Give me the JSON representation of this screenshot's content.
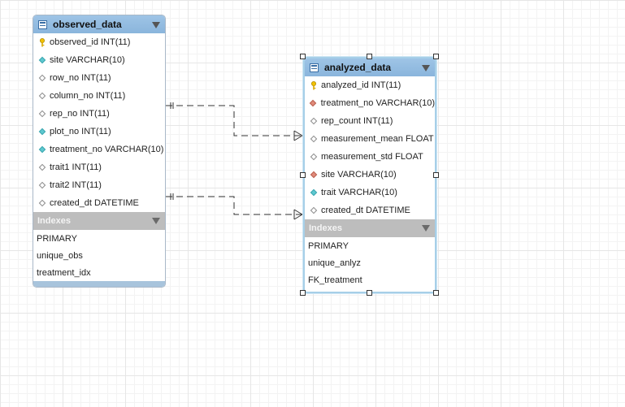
{
  "tables": {
    "observed": {
      "title": "observed_data",
      "columns": [
        {
          "label": "observed_id INT(11)",
          "icon": "primary-key-icon"
        },
        {
          "label": "site VARCHAR(10)",
          "icon": "cyan-diamond-icon"
        },
        {
          "label": "row_no INT(11)",
          "icon": "white-diamond-icon"
        },
        {
          "label": "column_no INT(11)",
          "icon": "white-diamond-icon"
        },
        {
          "label": "rep_no INT(11)",
          "icon": "white-diamond-icon"
        },
        {
          "label": "plot_no INT(11)",
          "icon": "cyan-diamond-icon"
        },
        {
          "label": "treatment_no VARCHAR(10)",
          "icon": "cyan-diamond-icon"
        },
        {
          "label": "trait1 INT(11)",
          "icon": "white-diamond-icon"
        },
        {
          "label": "trait2 INT(11)",
          "icon": "white-diamond-icon"
        },
        {
          "label": "created_dt DATETIME",
          "icon": "white-diamond-icon"
        }
      ],
      "indexes_label": "Indexes",
      "indexes": [
        "PRIMARY",
        "unique_obs",
        "treatment_idx"
      ]
    },
    "analyzed": {
      "title": "analyzed_data",
      "columns": [
        {
          "label": "analyzed_id INT(11)",
          "icon": "primary-key-icon"
        },
        {
          "label": "treatment_no VARCHAR(10)",
          "icon": "red-diamond-icon"
        },
        {
          "label": "rep_count INT(11)",
          "icon": "white-diamond-icon"
        },
        {
          "label": "measurement_mean FLOAT",
          "icon": "white-diamond-icon"
        },
        {
          "label": "measurement_std FLOAT",
          "icon": "white-diamond-icon"
        },
        {
          "label": "site VARCHAR(10)",
          "icon": "red-diamond-icon"
        },
        {
          "label": "trait VARCHAR(10)",
          "icon": "cyan-diamond-icon"
        },
        {
          "label": "created_dt DATETIME",
          "icon": "white-diamond-icon"
        }
      ],
      "indexes_label": "Indexes",
      "indexes": [
        "PRIMARY",
        "unique_anlyz",
        "FK_treatment"
      ]
    }
  },
  "colors": {
    "header": "#8ab5dc",
    "index_header": "#bdbdbd",
    "selection": "#a6cfe8",
    "connector": "#333333"
  }
}
